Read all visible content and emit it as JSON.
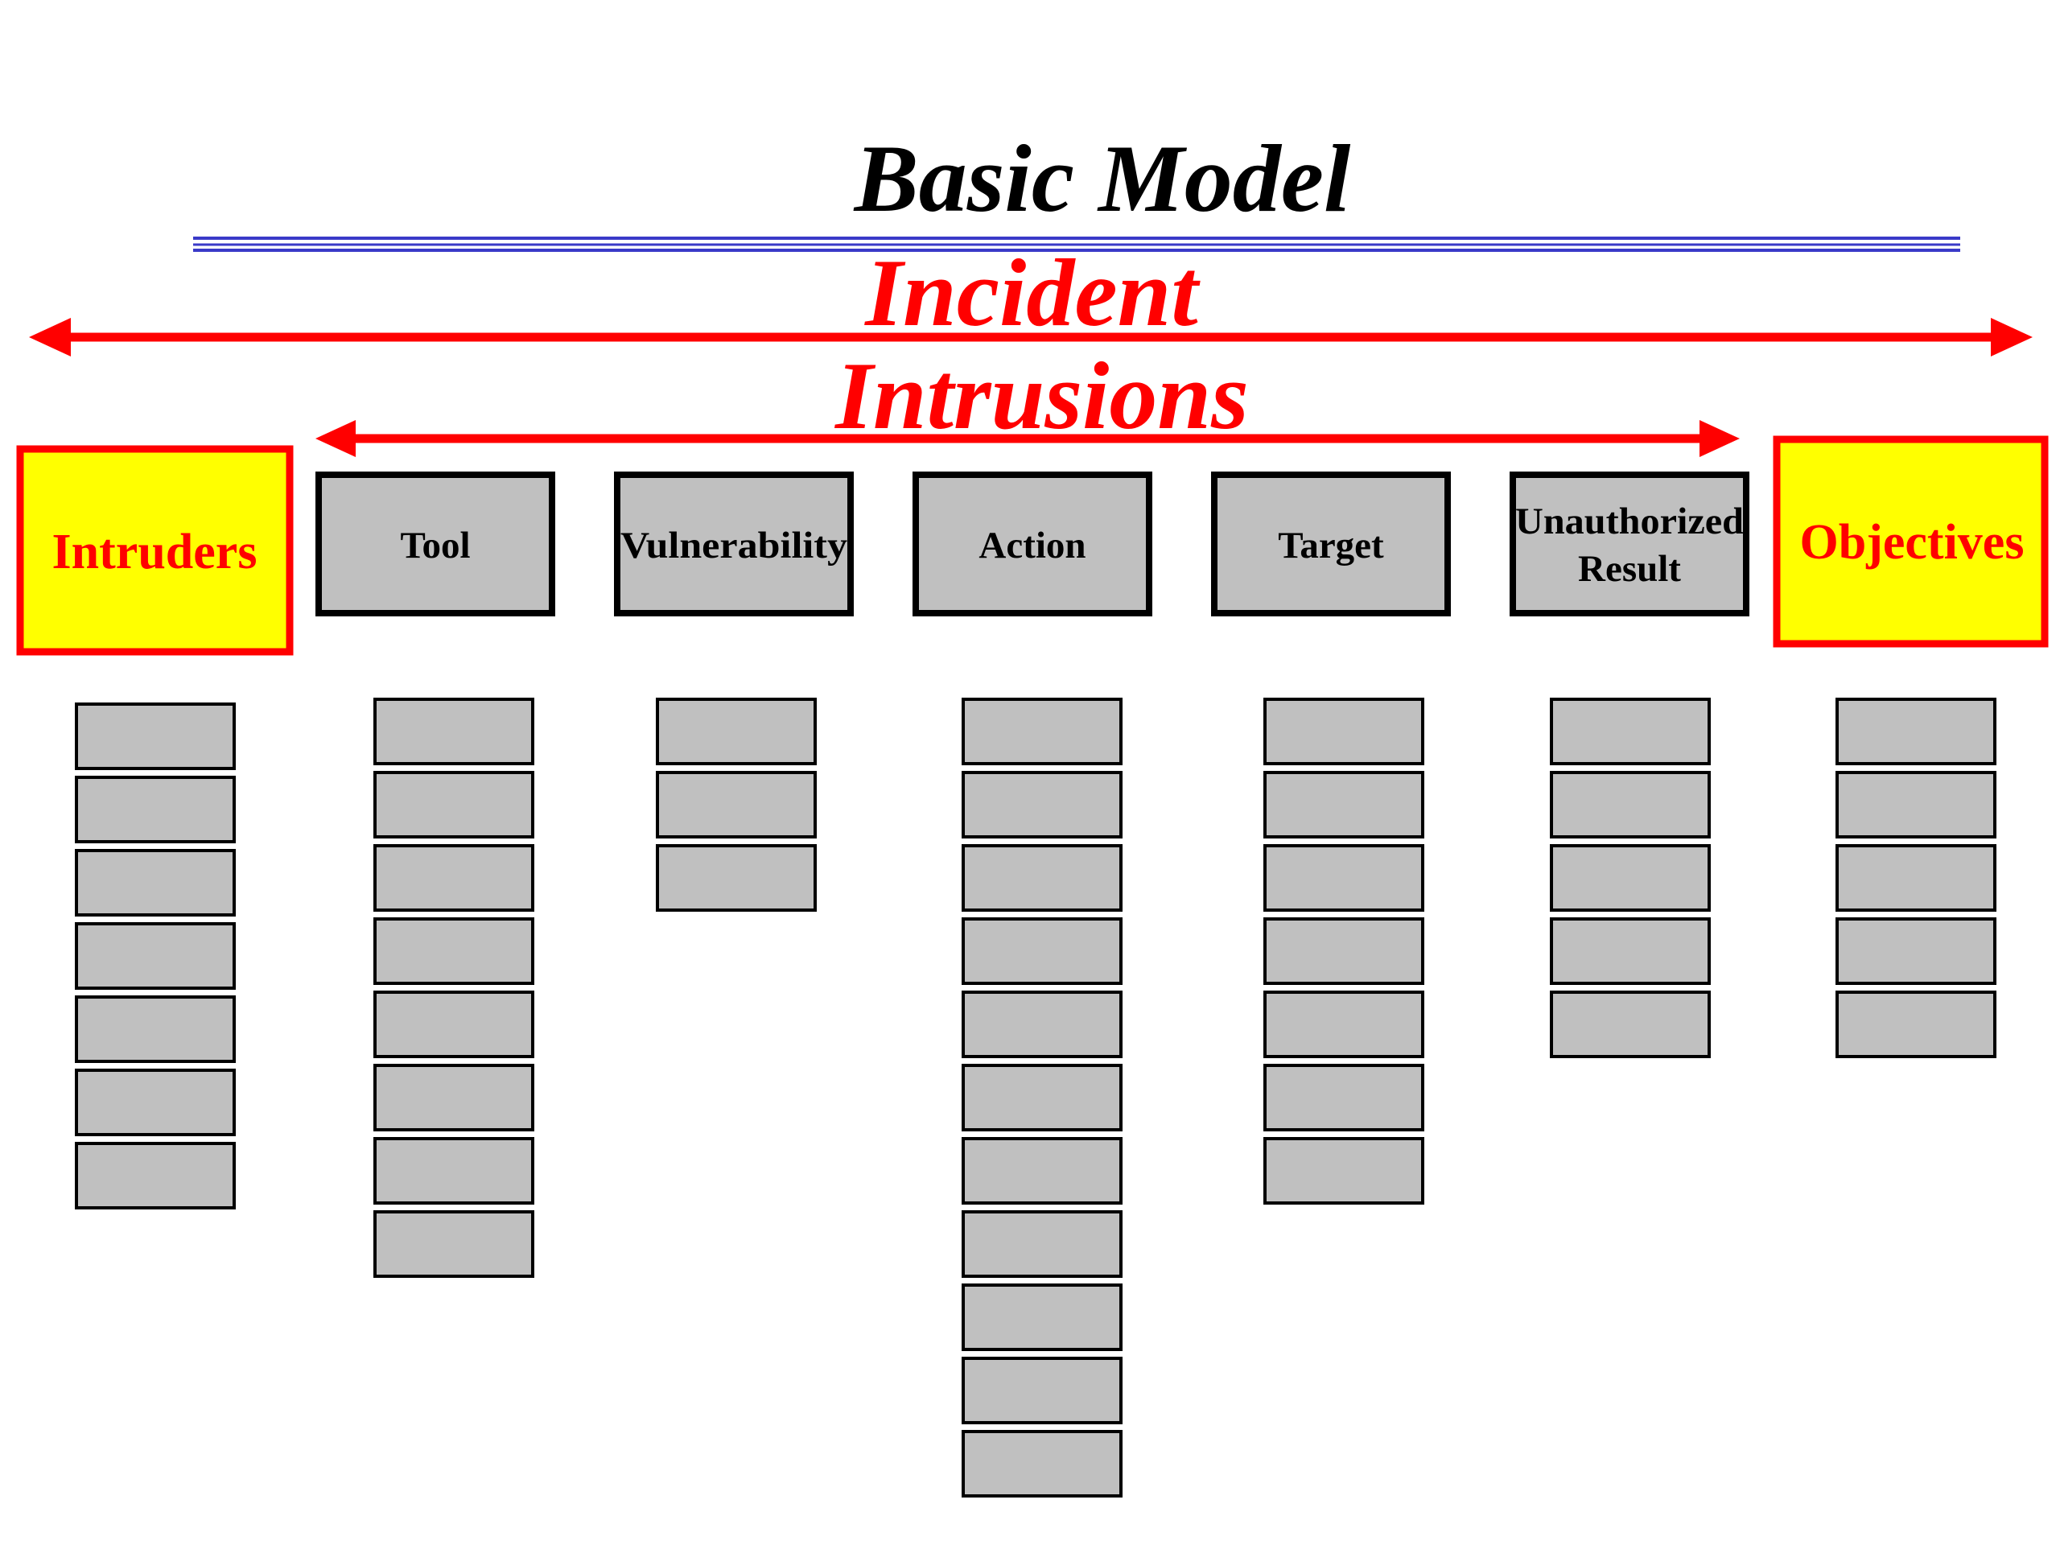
{
  "title": "Basic Model",
  "incident_label": "Incident",
  "intrusions_label": "Intrusions",
  "intruders_label": "Intruders",
  "objectives_label": "Objectives",
  "stages": [
    {
      "id": "tool",
      "lines": [
        "Tool"
      ],
      "cells": 8
    },
    {
      "id": "vulnerability",
      "lines": [
        "Vulnerability"
      ],
      "cells": 3
    },
    {
      "id": "action",
      "lines": [
        "Action"
      ],
      "cells": 11
    },
    {
      "id": "target",
      "lines": [
        "Target"
      ],
      "cells": 7
    },
    {
      "id": "unauthorized-result",
      "lines": [
        "Unauthorized",
        "Result"
      ],
      "cells": 5
    }
  ],
  "intruders_cells": 7,
  "objectives_cells": 5,
  "colors": {
    "accent_red": "#ff0000",
    "highlight_yellow": "#ffff00",
    "box_gray": "#c0c0c0",
    "rule_blue": "#3a3ac8"
  }
}
